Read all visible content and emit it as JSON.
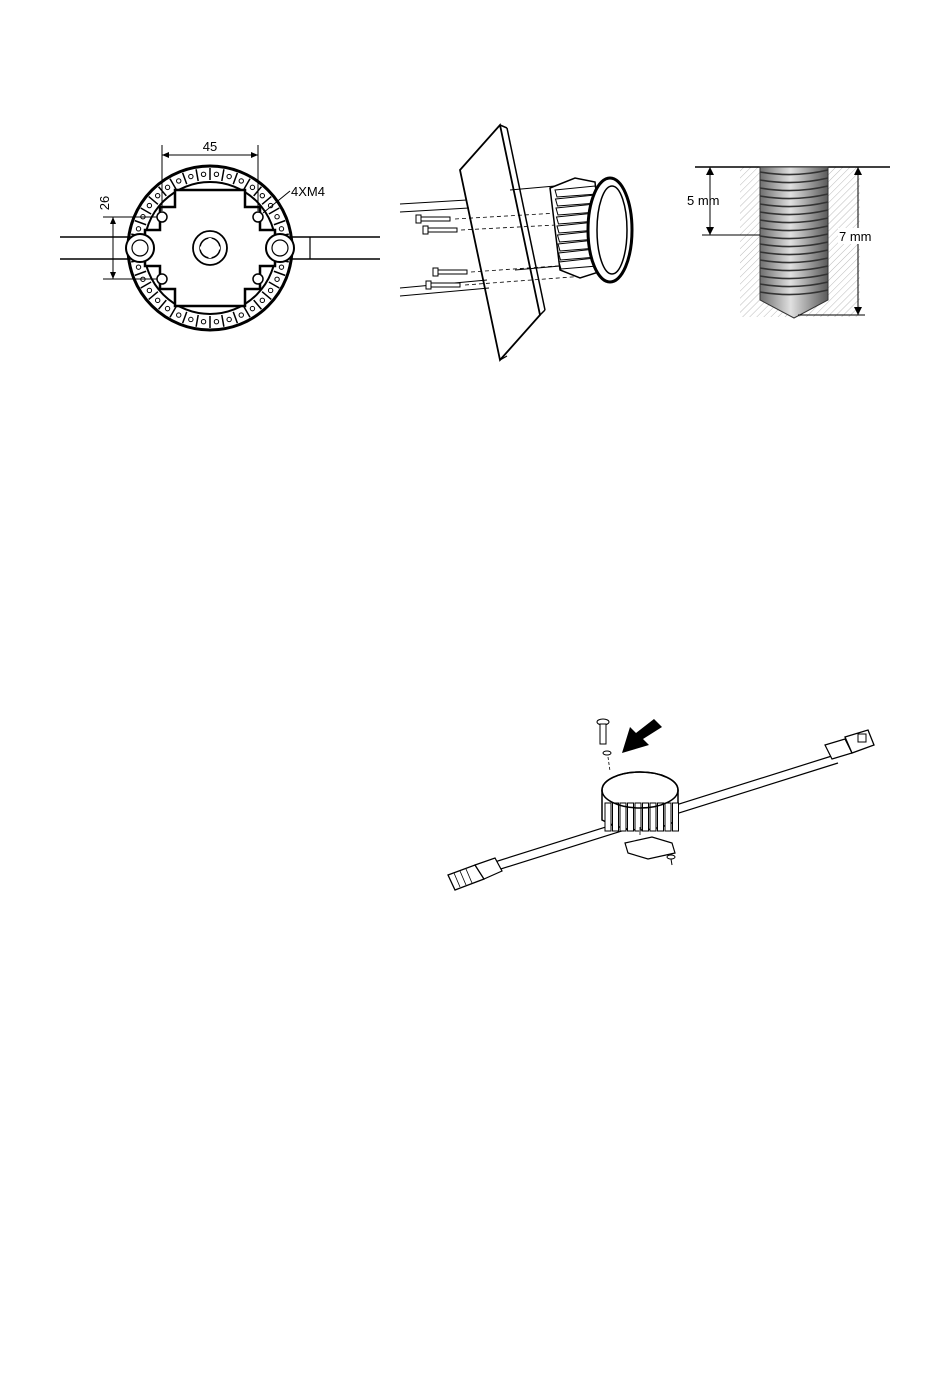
{
  "figures": {
    "mounting_dimensions": {
      "width_label": "45",
      "height_label": "26",
      "screw_label": "4XM4"
    },
    "screw_depth": {
      "hole_depth_label": "5 mm",
      "screw_length_label": "7 mm"
    }
  }
}
